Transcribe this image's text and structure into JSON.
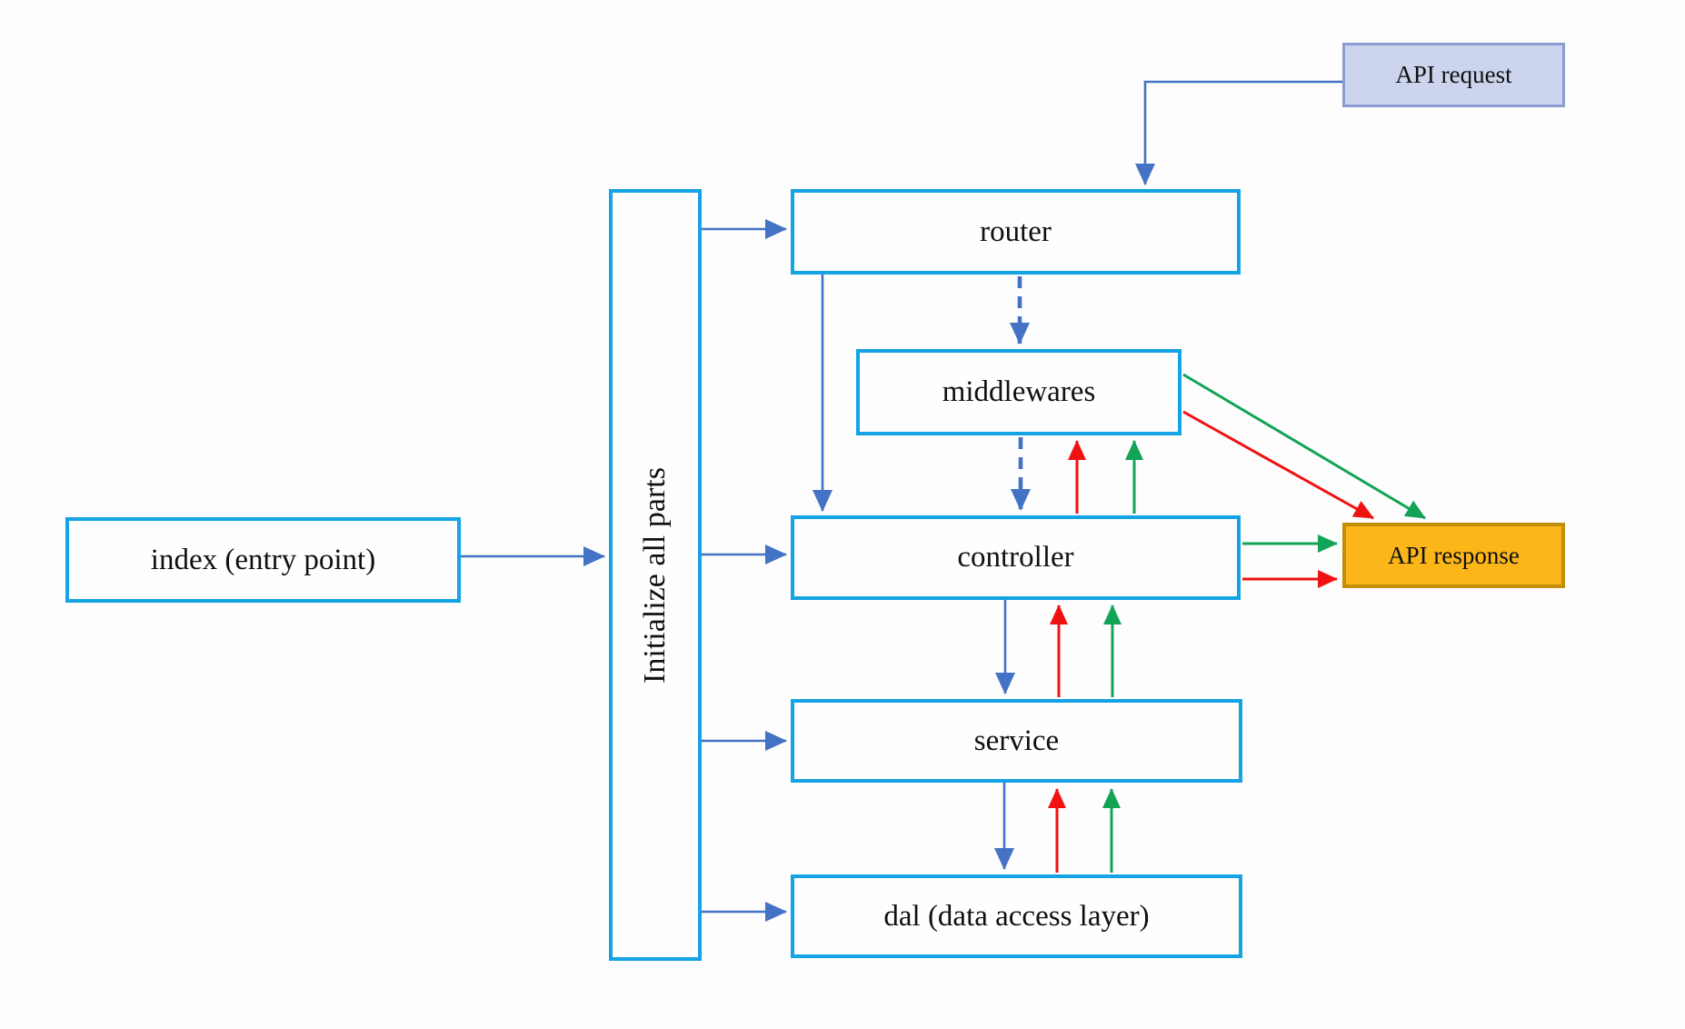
{
  "diagram": {
    "nodes": {
      "api_request": {
        "label": "API request"
      },
      "router": {
        "label": "router"
      },
      "middlewares": {
        "label": "middlewares"
      },
      "controller": {
        "label": "controller"
      },
      "service": {
        "label": "service"
      },
      "dal": {
        "label": "dal (data access layer)"
      },
      "index": {
        "label": "index (entry point)"
      },
      "initialize": {
        "label": "Initialize all parts"
      },
      "api_response": {
        "label": "API response"
      }
    },
    "colors": {
      "node_border": "#14a3e4",
      "flow_arrow_blue": "#4472c4",
      "return_arrow_red": "#f01212",
      "return_arrow_green": "#12a356",
      "api_request_fill": "#ccd5ed",
      "api_request_border": "#8b9dd0",
      "api_response_fill": "#fcb61a",
      "api_response_border": "#c18e07"
    },
    "edges": [
      {
        "from": "api_request",
        "to": "router",
        "color": "blue",
        "style": "solid"
      },
      {
        "from": "index",
        "to": "initialize",
        "color": "blue",
        "style": "solid"
      },
      {
        "from": "initialize",
        "to": "router",
        "color": "blue",
        "style": "solid"
      },
      {
        "from": "initialize",
        "to": "controller",
        "color": "blue",
        "style": "solid"
      },
      {
        "from": "initialize",
        "to": "service",
        "color": "blue",
        "style": "solid"
      },
      {
        "from": "initialize",
        "to": "dal",
        "color": "blue",
        "style": "solid"
      },
      {
        "from": "router",
        "to": "middlewares",
        "color": "blue",
        "style": "dashed"
      },
      {
        "from": "router",
        "to": "controller",
        "color": "blue",
        "style": "solid"
      },
      {
        "from": "middlewares",
        "to": "controller",
        "color": "blue",
        "style": "dashed"
      },
      {
        "from": "controller",
        "to": "service",
        "color": "blue",
        "style": "solid"
      },
      {
        "from": "service",
        "to": "dal",
        "color": "blue",
        "style": "solid"
      },
      {
        "from": "dal",
        "to": "service",
        "color": "red",
        "style": "solid"
      },
      {
        "from": "service",
        "to": "controller",
        "color": "red",
        "style": "solid"
      },
      {
        "from": "controller",
        "to": "middlewares",
        "color": "red",
        "style": "solid"
      },
      {
        "from": "middlewares",
        "to": "api_response",
        "color": "red",
        "style": "solid"
      },
      {
        "from": "controller",
        "to": "api_response",
        "color": "red",
        "style": "solid"
      },
      {
        "from": "dal",
        "to": "service",
        "color": "green",
        "style": "solid"
      },
      {
        "from": "service",
        "to": "controller",
        "color": "green",
        "style": "solid"
      },
      {
        "from": "controller",
        "to": "middlewares",
        "color": "green",
        "style": "solid"
      },
      {
        "from": "middlewares",
        "to": "api_response",
        "color": "green",
        "style": "solid"
      },
      {
        "from": "controller",
        "to": "api_response",
        "color": "green",
        "style": "solid"
      }
    ]
  }
}
